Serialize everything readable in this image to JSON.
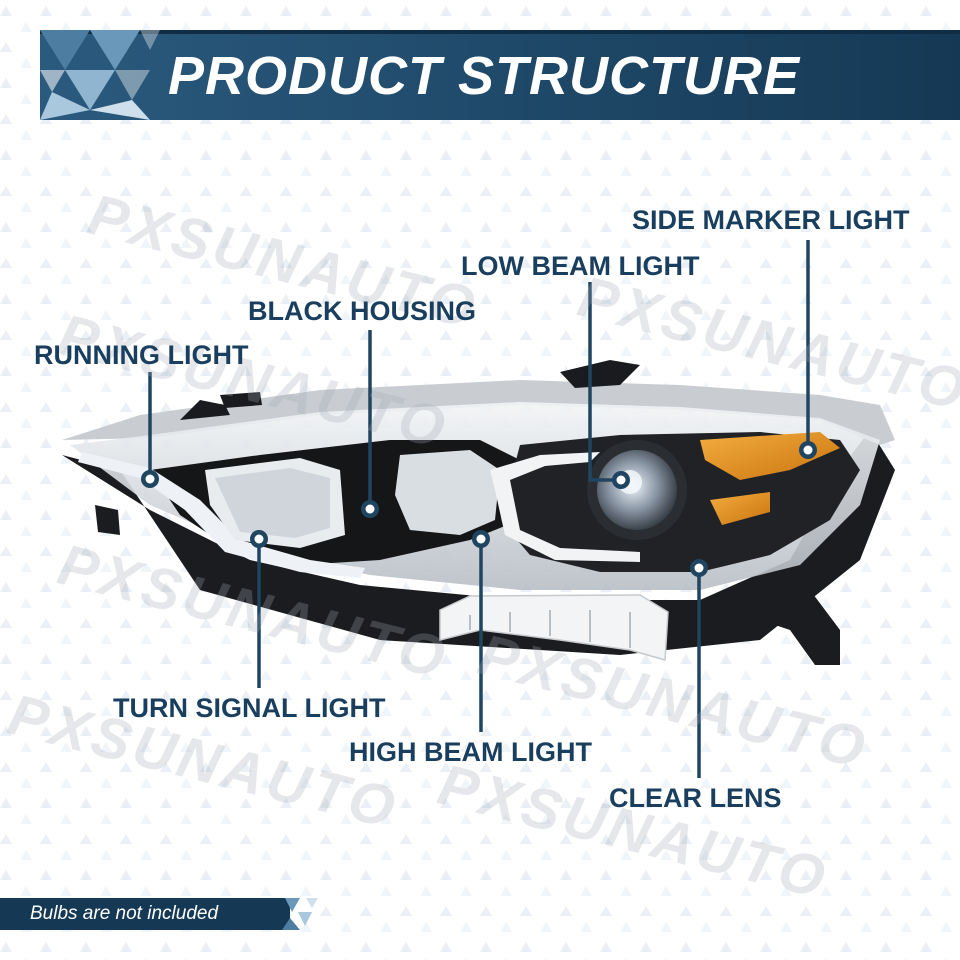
{
  "banner": {
    "title": "PRODUCT STRUCTURE"
  },
  "labels": {
    "side_marker_light": "SIDE MARKER LIGHT",
    "low_beam_light": "LOW BEAM LIGHT",
    "black_housing": "BLACK HOUSING",
    "running_light": "RUNNING LIGHT",
    "turn_signal_light": "TURN SIGNAL LIGHT",
    "high_beam_light": "HIGH BEAM LIGHT",
    "clear_lens": "CLEAR LENS"
  },
  "footer": {
    "note": "Bulbs are not included"
  },
  "watermark": {
    "brand": "PXSUNAUTO"
  },
  "colors": {
    "banner_dark": "#153955",
    "banner_mid": "#1f4a6b",
    "label_text": "#1a3f5e",
    "callout_line": "#1f4561",
    "amber_lens": "#e8921e",
    "housing_black": "#151618",
    "chrome": "#c9cdd2"
  }
}
